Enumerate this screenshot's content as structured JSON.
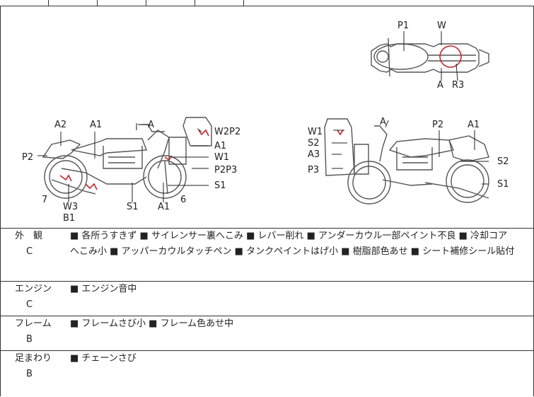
{
  "labels": {
    "side_left": [
      "A2",
      "A1",
      "A",
      "W2P2",
      "A1",
      "W1",
      "P2P3",
      "S1",
      "6",
      "A1",
      "S1",
      "W3",
      "B1",
      "7",
      "P2"
    ],
    "side_right": [
      "A",
      "W1",
      "S2",
      "A3",
      "P3",
      "P2",
      "A1",
      "S2",
      "S1"
    ],
    "top_view": [
      "P1",
      "W",
      "A",
      "R3"
    ]
  },
  "rows": [
    {
      "category": "外　観",
      "grade": "C",
      "text": "■ 各所うすきず ■ サイレンサー裏へこみ ■ レバー削れ ■ アンダーカウル一部ペイント不良 ■ 冷却コア\nへこみ小 ■ アッパーカウルタッチペン ■ タンクペイントはげ小 ■ 樹脂部色あせ ■ シート補修シール貼付"
    },
    {
      "category": "エンジン",
      "grade": "C",
      "text": "■ エンジン音中"
    },
    {
      "category": "フレーム",
      "grade": "B",
      "text": "■ フレームさび小 ■ フレーム色あせ中"
    },
    {
      "category": "足まわり",
      "grade": "B",
      "text": "■ チェーンさび"
    }
  ]
}
